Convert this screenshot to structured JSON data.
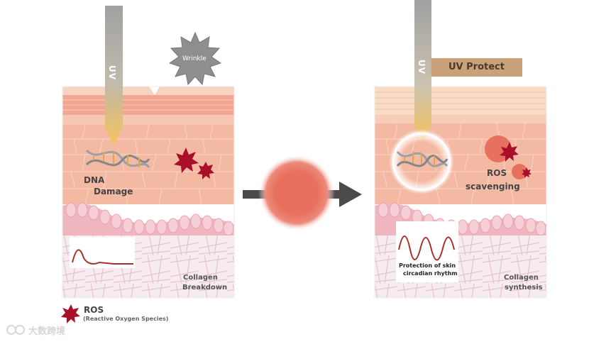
{
  "left_panel": {
    "uv_label": "UV",
    "wrinkle_label": "Wrinkle",
    "dna_label_line1": "DNA",
    "dna_label_line2": "Damage",
    "collagen_line1": "Collagen",
    "collagen_line2": "Breakdown"
  },
  "right_panel": {
    "uv_label": "UV",
    "uv_protect_label": "UV Protect",
    "ros_label_line1": "ROS",
    "ros_label_line2": "scavenging",
    "circadian_line1": "Protection of skin",
    "circadian_line2": "circadian rhythm",
    "collagen_line1": "Collagen",
    "collagen_line2": "synthesis"
  },
  "legend": {
    "ros_label": "ROS",
    "ros_desc": "(Reactive Oxygen Species)"
  },
  "watermark": "大数跨境",
  "colors": {
    "skin_top": "#f2c2a8",
    "stratum": "#f0a08c",
    "cells": "#f4b8a0",
    "ros_star": "#a8102a",
    "uv_beam": "#f7c35a",
    "protect_badge": "#c9a27a",
    "center_ball": "#e8705e"
  }
}
